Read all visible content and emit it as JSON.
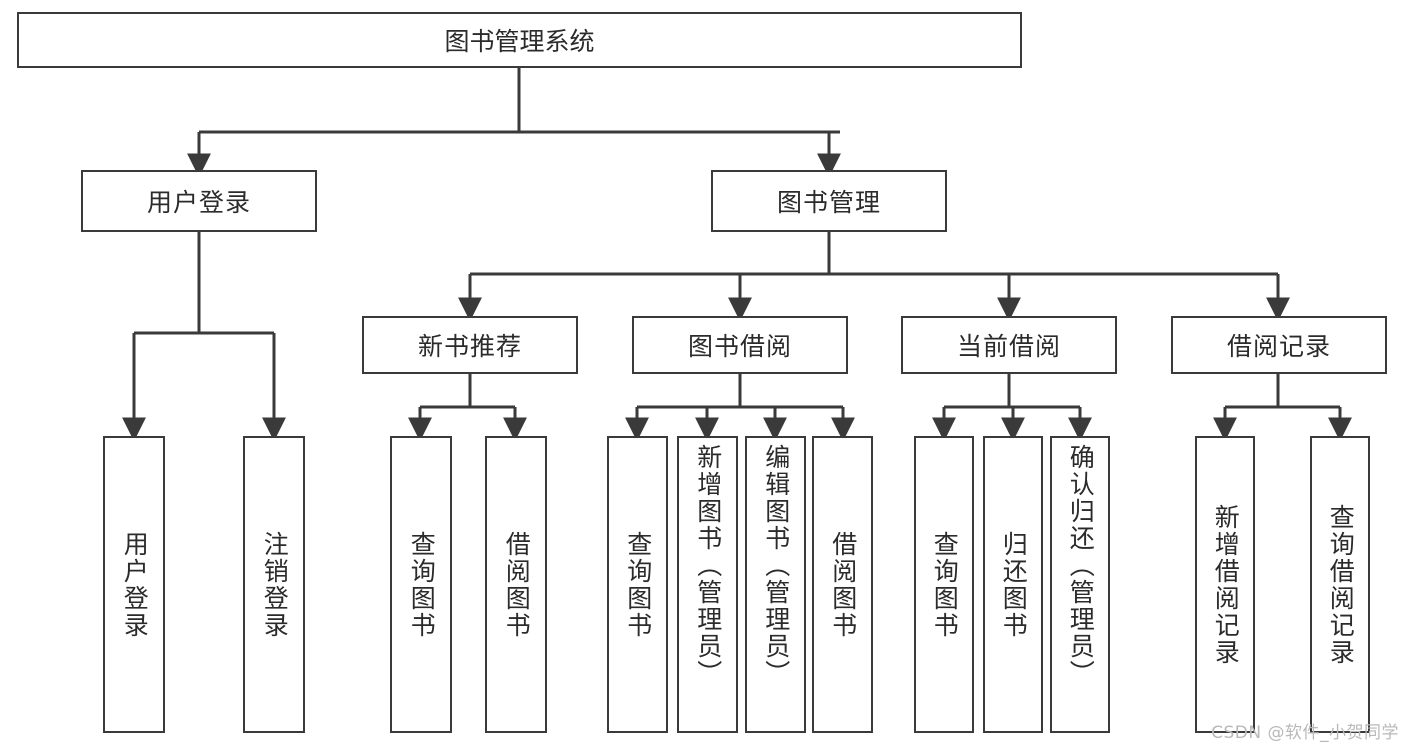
{
  "diagram": {
    "type": "tree-hierarchy-chart",
    "title": "图书管理系统",
    "root": {
      "label": "图书管理系统"
    },
    "level2": [
      {
        "id": "user-login",
        "label": "用户登录"
      },
      {
        "id": "book-manage",
        "label": "图书管理"
      }
    ],
    "level3": [
      {
        "id": "new-book-recommend",
        "label": "新书推荐"
      },
      {
        "id": "book-borrow",
        "label": "图书借阅"
      },
      {
        "id": "current-borrow",
        "label": "当前借阅"
      },
      {
        "id": "borrow-record",
        "label": "借阅记录"
      }
    ],
    "leaves": {
      "user_login": [
        {
          "id": "leaf-user-login",
          "label": "用户登录"
        },
        {
          "id": "leaf-logout-login",
          "label": "注销登录"
        }
      ],
      "new_book_recommend": [
        {
          "id": "leaf-query-book-1",
          "label": "查询图书"
        },
        {
          "id": "leaf-borrow-book-1",
          "label": "借阅图书"
        }
      ],
      "book_borrow": [
        {
          "id": "leaf-query-book-2",
          "label": "查询图书"
        },
        {
          "id": "leaf-add-book",
          "label": "新增图书（管理员）"
        },
        {
          "id": "leaf-edit-book",
          "label": "编辑图书（管理员）"
        },
        {
          "id": "leaf-borrow-book-2",
          "label": "借阅图书"
        }
      ],
      "current_borrow": [
        {
          "id": "leaf-query-book-3",
          "label": "查询图书"
        },
        {
          "id": "leaf-return-book",
          "label": "归还图书"
        },
        {
          "id": "leaf-confirm-return",
          "label": "确认归还（管理员）"
        }
      ],
      "borrow_record": [
        {
          "id": "leaf-add-record",
          "label": "新增借阅记录"
        },
        {
          "id": "leaf-query-record",
          "label": "查询借阅记录"
        }
      ]
    }
  },
  "watermark": {
    "text": "CSDN @软件_小贺同学"
  },
  "colors": {
    "box_border": "#3a3a3a",
    "box_fill": "#ffffff",
    "connector": "#3a3a3a",
    "text": "#2b2b2b",
    "watermark": "#b9b9b9",
    "background": "#ffffff"
  }
}
